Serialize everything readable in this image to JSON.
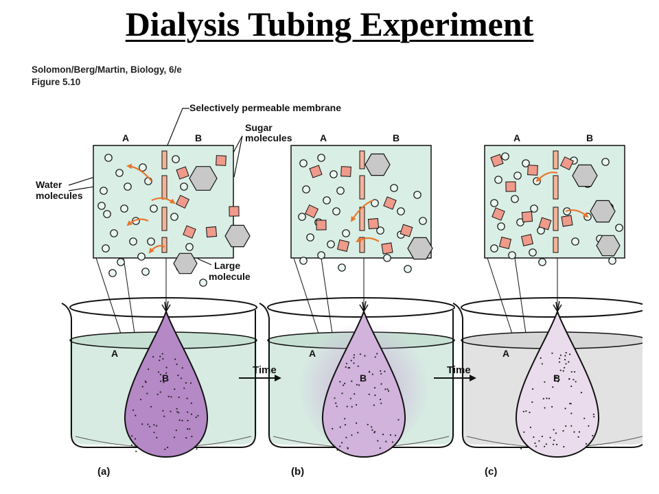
{
  "title": "Dialysis Tubing Experiment",
  "credit": {
    "line1": "Solomon/Berg/Martin, Biology, 6/e",
    "line2": "Figure 5.10"
  },
  "labels": {
    "membrane": "Selectively permeable membrane",
    "sugar_line1": "Sugar",
    "sugar_line2": "molecules",
    "water_line1": "Water",
    "water_line2": "molecules",
    "large_line1": "Large",
    "large_line2": "molecule",
    "side_a": "A",
    "side_b": "B",
    "time": "Time"
  },
  "panels": [
    {
      "id": "a",
      "caption": "(a)"
    },
    {
      "id": "b",
      "caption": "(b)"
    },
    {
      "id": "c",
      "caption": "(c)"
    }
  ],
  "colors": {
    "box_fill": "#d9eee4",
    "water": "#d7ebe2",
    "bag_a": "#b489c6",
    "bag_b": "#d1b3dc",
    "bag_c": "#eadcec",
    "sugar": "#ef9a8a",
    "large_molecule": "#c8c8c8",
    "arrow": "#e8762d"
  }
}
